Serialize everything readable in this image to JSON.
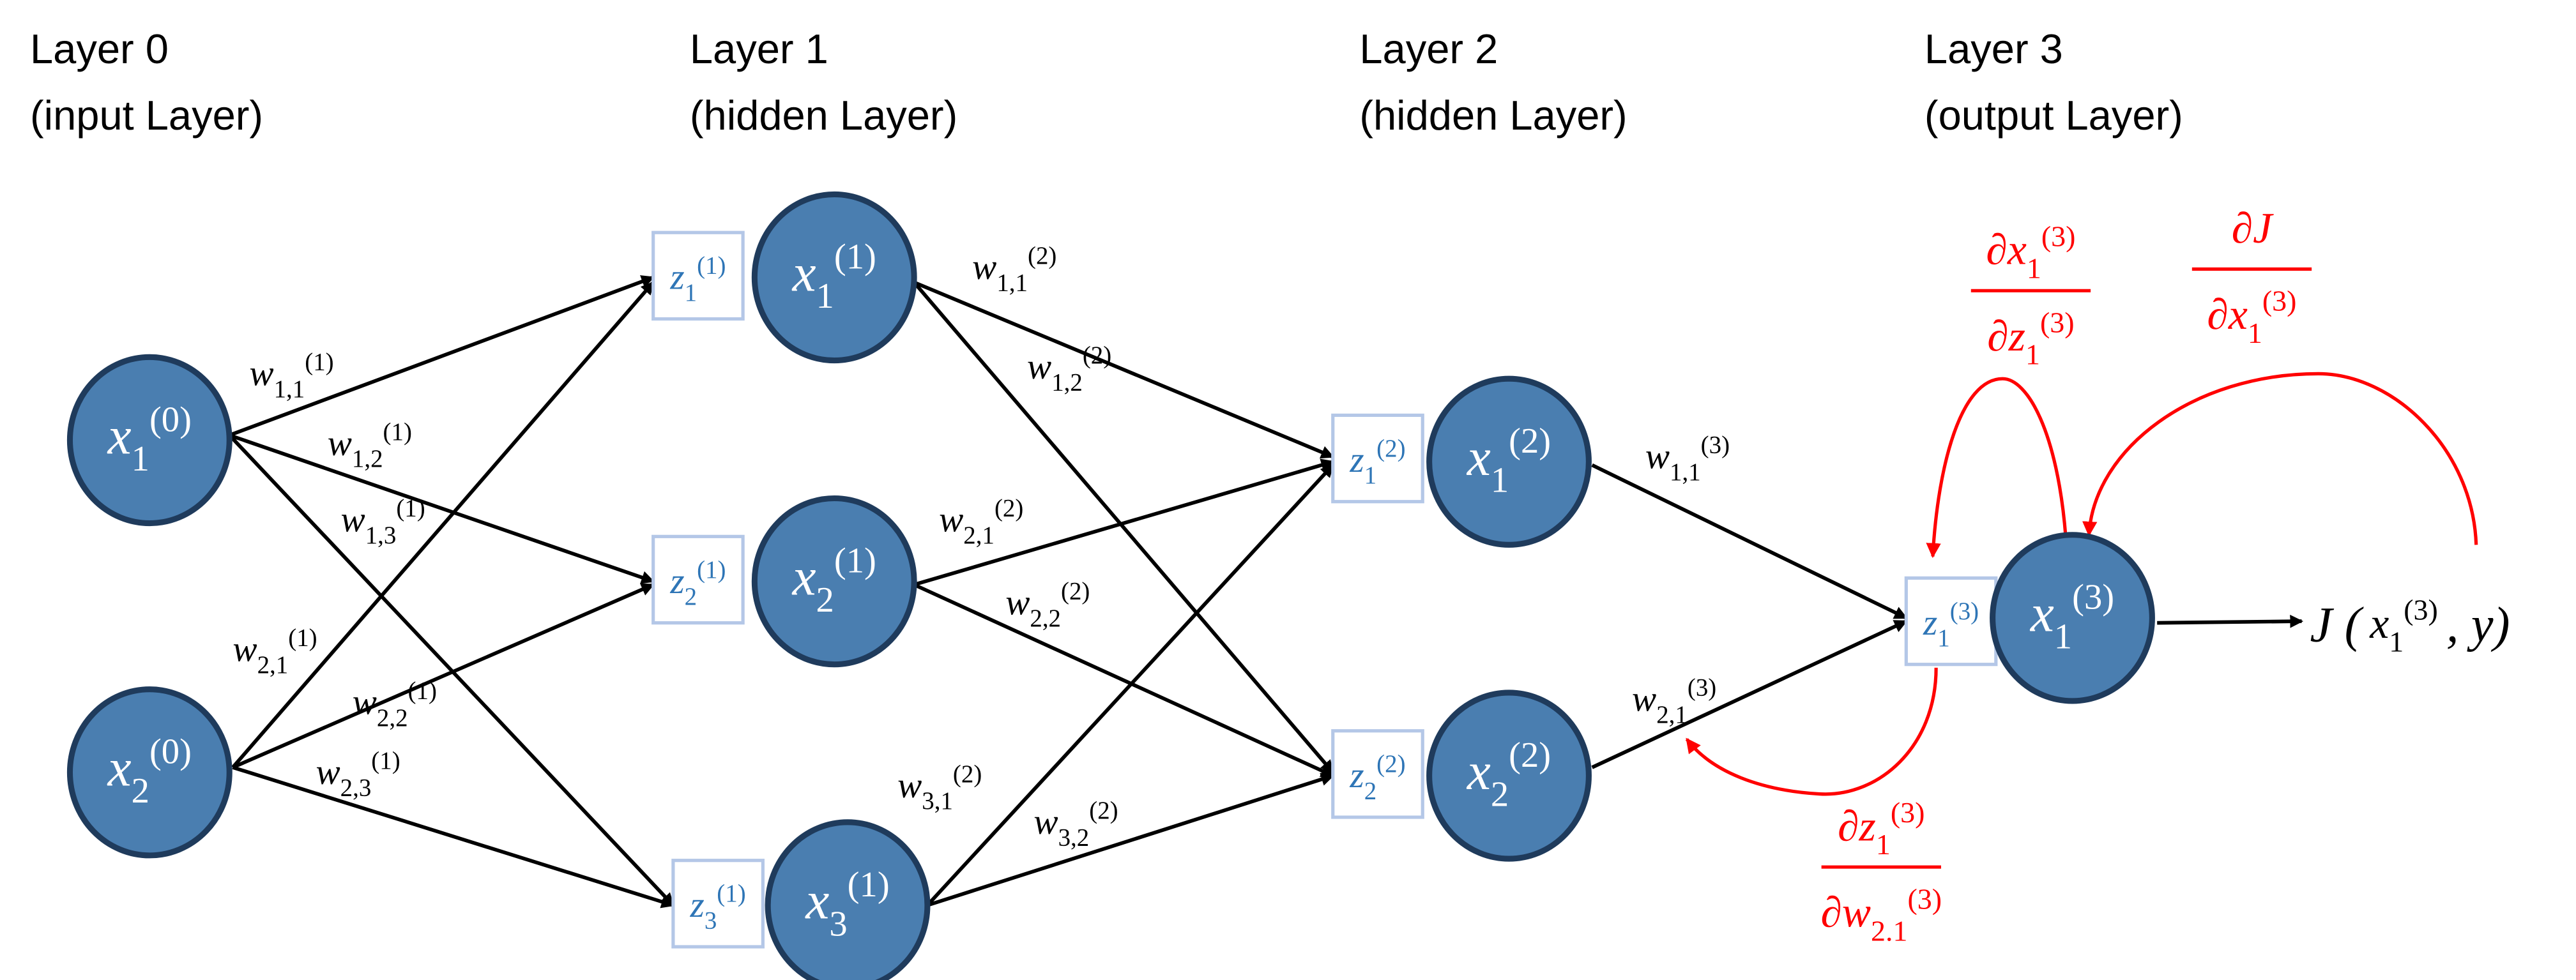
{
  "colors": {
    "node_fill": "#4a7eb0",
    "node_stroke": "#1f3b5c",
    "z_box_stroke": "#b4c7e7",
    "z_text": "#2e75b6",
    "gradient": "#ff0000",
    "edge": "#000000"
  },
  "layers": [
    {
      "title": "Layer  0",
      "subtitle": "(input Layer)"
    },
    {
      "title": "Layer  1",
      "subtitle": "(hidden Layer)"
    },
    {
      "title": "Layer  2",
      "subtitle": "(hidden Layer)"
    },
    {
      "title": "Layer  3",
      "subtitle": "(output Layer)"
    }
  ],
  "nodes": [
    {
      "base": "x",
      "sub": "1",
      "sup": "(0)"
    },
    {
      "base": "x",
      "sub": "2",
      "sup": "(0)"
    },
    {
      "base": "x",
      "sub": "1",
      "sup": "(1)"
    },
    {
      "base": "x",
      "sub": "2",
      "sup": "(1)"
    },
    {
      "base": "x",
      "sub": "3",
      "sup": "(1)"
    },
    {
      "base": "x",
      "sub": "1",
      "sup": "(2)"
    },
    {
      "base": "x",
      "sub": "2",
      "sup": "(2)"
    },
    {
      "base": "x",
      "sub": "1",
      "sup": "(3)"
    }
  ],
  "z_boxes": [
    {
      "base": "z",
      "sub": "1",
      "sup": "(1)"
    },
    {
      "base": "z",
      "sub": "2",
      "sup": "(1)"
    },
    {
      "base": "z",
      "sub": "3",
      "sup": "(1)"
    },
    {
      "base": "z",
      "sub": "1",
      "sup": "(2)"
    },
    {
      "base": "z",
      "sub": "2",
      "sup": "(2)"
    },
    {
      "base": "z",
      "sub": "1",
      "sup": "(3)"
    }
  ],
  "weights": [
    {
      "base": "w",
      "sub": "1,1",
      "sup": "(1)"
    },
    {
      "base": "w",
      "sub": "1,2",
      "sup": "(1)"
    },
    {
      "base": "w",
      "sub": "1,3",
      "sup": "(1)"
    },
    {
      "base": "w",
      "sub": "2,1",
      "sup": "(1)"
    },
    {
      "base": "w",
      "sub": "2,2",
      "sup": "(1)"
    },
    {
      "base": "w",
      "sub": "2,3",
      "sup": "(1)"
    },
    {
      "base": "w",
      "sub": "1,1",
      "sup": "(2)"
    },
    {
      "base": "w",
      "sub": "1,2",
      "sup": "(2)"
    },
    {
      "base": "w",
      "sub": "2,1",
      "sup": "(2)"
    },
    {
      "base": "w",
      "sub": "2,2",
      "sup": "(2)"
    },
    {
      "base": "w",
      "sub": "3,1",
      "sup": "(2)"
    },
    {
      "base": "w",
      "sub": "3,2",
      "sup": "(2)"
    },
    {
      "base": "w",
      "sub": "1,1",
      "sup": "(3)"
    },
    {
      "base": "w",
      "sub": "2,1",
      "sup": "(3)"
    }
  ],
  "cost": {
    "prefix": "J (",
    "arg": {
      "base": "x",
      "sub": "1",
      "sup": "(3)"
    },
    "suffix": ", y)"
  },
  "gradients": [
    {
      "num": {
        "base": "∂x",
        "sub": "1",
        "sup": "(3)"
      },
      "den": {
        "base": "∂z",
        "sub": "1",
        "sup": "(3)"
      }
    },
    {
      "num": {
        "base": "∂J",
        "sub": "",
        "sup": ""
      },
      "den": {
        "base": "∂x",
        "sub": "1",
        "sup": "(3)"
      }
    },
    {
      "num": {
        "base": "∂z",
        "sub": "1",
        "sup": "(3)"
      },
      "den": {
        "base": "∂w",
        "sub": "2.1",
        "sup": "(3)"
      }
    }
  ]
}
